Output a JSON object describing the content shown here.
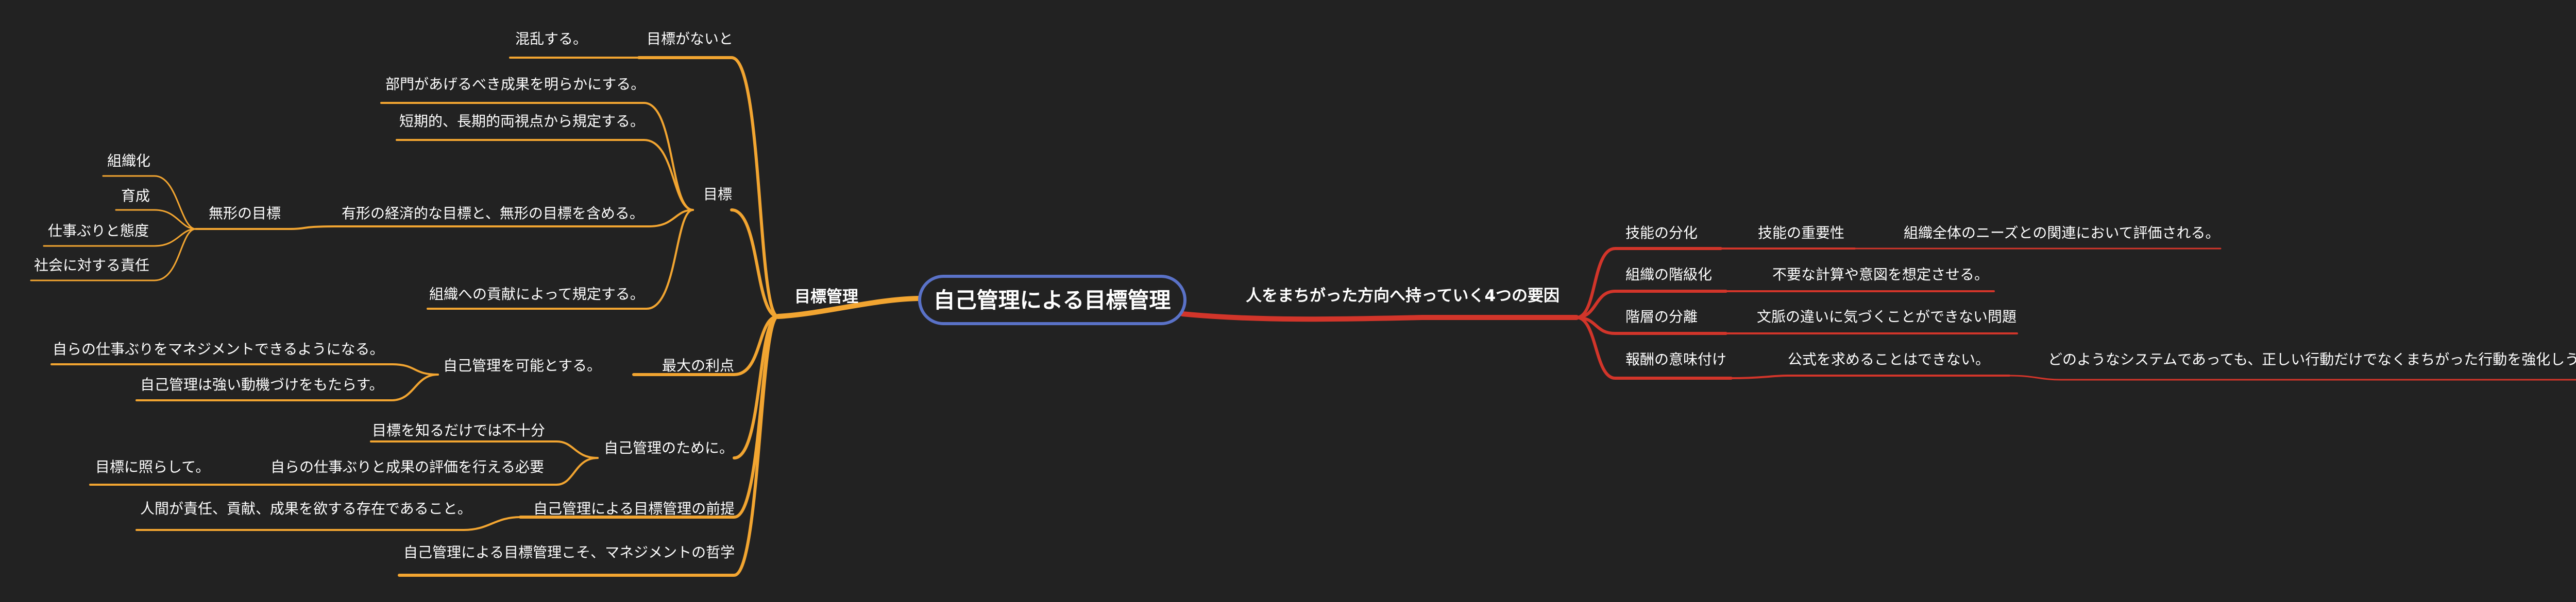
{
  "root": "自己管理による目標管理",
  "left": {
    "main": "目標管理",
    "no_goal": "目標がないと",
    "confusion": "混乱する。",
    "goal": "目標",
    "dept": "部門があげるべき成果を明らかにする。",
    "shortlong": "短期的、長期的両視点から規定する。",
    "tangible": "有形の経済的な目標と、無形の目標を含める。",
    "intangible": "無形の目標",
    "intangible_items": [
      "組織化",
      "育成",
      "仕事ぶりと態度",
      "社会に対する責任"
    ],
    "contribution": "組織への貢献によって規定する。",
    "biggest": "最大の利点",
    "selfmgmt_possible": "自己管理を可能とする。",
    "manage_own": "自らの仕事ぶりをマネジメントできるようになる。",
    "motivation": "自己管理は強い動機づけをもたらす。",
    "for_self": "自己管理のために。",
    "knowing": "目標を知るだけでは不十分",
    "evaluate": "自らの仕事ぶりと成果の評価を行える必要",
    "in_light": "目標に照らして。",
    "premise": "自己管理による目標管理の前提",
    "human": "人間が責任、貢献、成果を欲する存在であること。",
    "philosophy": "自己管理による目標管理こそ、マネジメントの哲学"
  },
  "right": {
    "main": "人をまちがった方向へ持っていく4つの要因",
    "skill_div": "技能の分化",
    "skill_imp": "技能の重要性",
    "org_needs": "組織全体のニーズとの関連において評価される。",
    "hierarchy": "組織の階級化",
    "unneeded": "不要な計算や意図を想定させる。",
    "layer": "階層の分離",
    "context": "文脈の違いに気づくことができない問題",
    "reward": "報酬の意味付け",
    "formula": "公式を求めることはできない。",
    "system": "どのようなシステムであっても、正しい行動だけでなくまちがった行動を強化しうる。"
  },
  "colors": {
    "background": "#222222",
    "left_branch": "#f2a531",
    "right_branch": "#d2352a",
    "root_border": "#5a72c8",
    "text": "#ffffff"
  }
}
